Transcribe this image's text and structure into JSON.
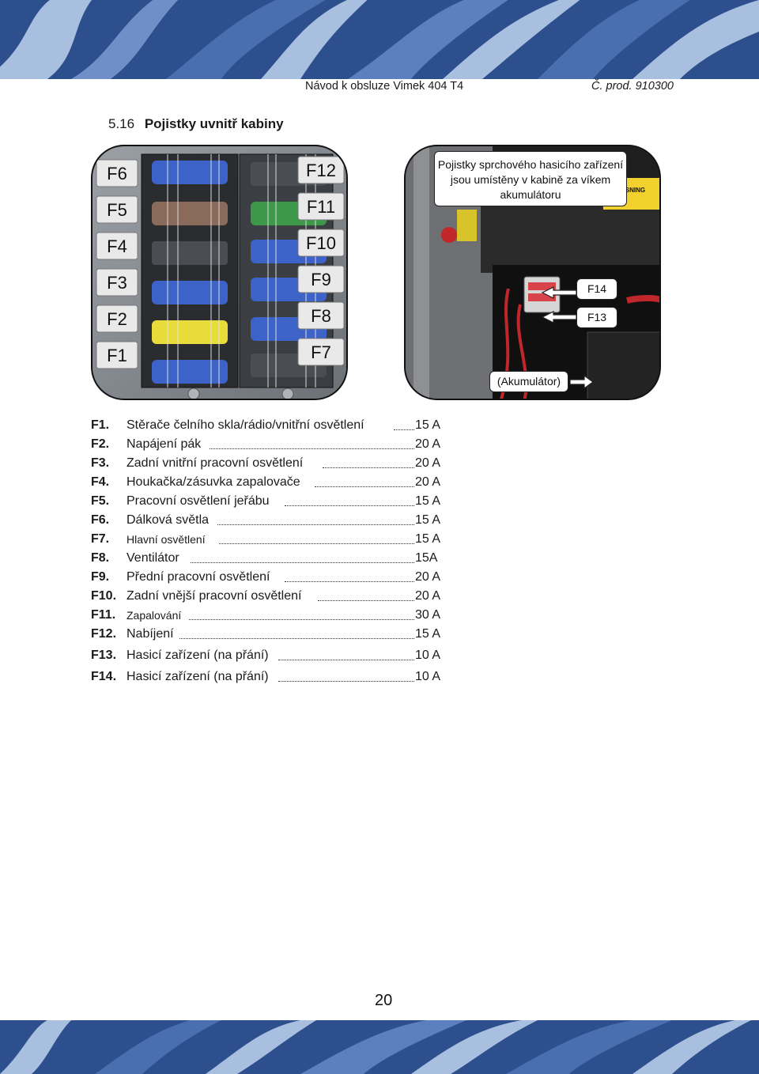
{
  "header": {
    "doc_title": "Návod k obsluze Vimek 404 T4",
    "prod_no": "Č. prod. 910300"
  },
  "section": {
    "number": "5.16",
    "title": "Pojistky uvnitř kabiny"
  },
  "photo_left": {
    "slot_labels_left": [
      "F6",
      "F5",
      "F4",
      "F3",
      "F2",
      "F1"
    ],
    "slot_labels_right": [
      "F12",
      "F11",
      "F10",
      "F9",
      "F8",
      "F7"
    ]
  },
  "photo_right": {
    "callout_text": "Pojistky sprchového hasicího zařízení jsou umístěny v kabině za víkem akumulátoru",
    "label_f14": "F14",
    "label_f13": "F13",
    "label_battery": "(Akumulátor)",
    "sticker_text": "TSNING"
  },
  "fuses": [
    {
      "code": "F1.",
      "desc": "Stěrače čelního skla/rádio/vnitřní osvětlení",
      "amp": "15 A"
    },
    {
      "code": "F2.",
      "desc": "Napájení pák",
      "amp": "20 A"
    },
    {
      "code": "F3.",
      "desc": "Zadní vnitřní pracovní osvětlení",
      "amp": "20 A"
    },
    {
      "code": "F4.",
      "desc": "Houkačka/zásuvka zapalovače",
      "amp": "20 A"
    },
    {
      "code": "F5.",
      "desc": "Pracovní osvětlení jeřábu",
      "amp": "15 A"
    },
    {
      "code": "F6.",
      "desc": "Dálková světla",
      "amp": "15 A"
    },
    {
      "code": "F7.",
      "desc": "Hlavní osvětlení",
      "amp": "15 A"
    },
    {
      "code": "F8.",
      "desc": "Ventilátor",
      "amp": "15A"
    },
    {
      "code": "F9.",
      "desc": "Přední pracovní osvětlení",
      "amp": "20 A"
    },
    {
      "code": "F10.",
      "desc": "Zadní vnější pracovní osvětlení",
      "amp": "20 A"
    },
    {
      "code": "F11.",
      "desc": "Zapalování",
      "amp": "30 A"
    },
    {
      "code": "F12.",
      "desc": "Nabíjení",
      "amp": "15 A"
    },
    {
      "code": "F13.",
      "desc": "Hasicí zařízení (na přání)",
      "amp": "10 A"
    },
    {
      "code": "F14.",
      "desc": "Hasicí zařízení (na přání)",
      "amp": "10 A"
    }
  ],
  "page_number": "20",
  "colors": {
    "band_dark": "#2d4f8e",
    "band_mid": "#4a6fb0",
    "band_light": "#a9bfe0",
    "fuse_blue": "#3d63c9",
    "fuse_yellow": "#e8dc3a",
    "fuse_brown": "#8a6a5a",
    "fuse_green": "#3fa84a"
  }
}
